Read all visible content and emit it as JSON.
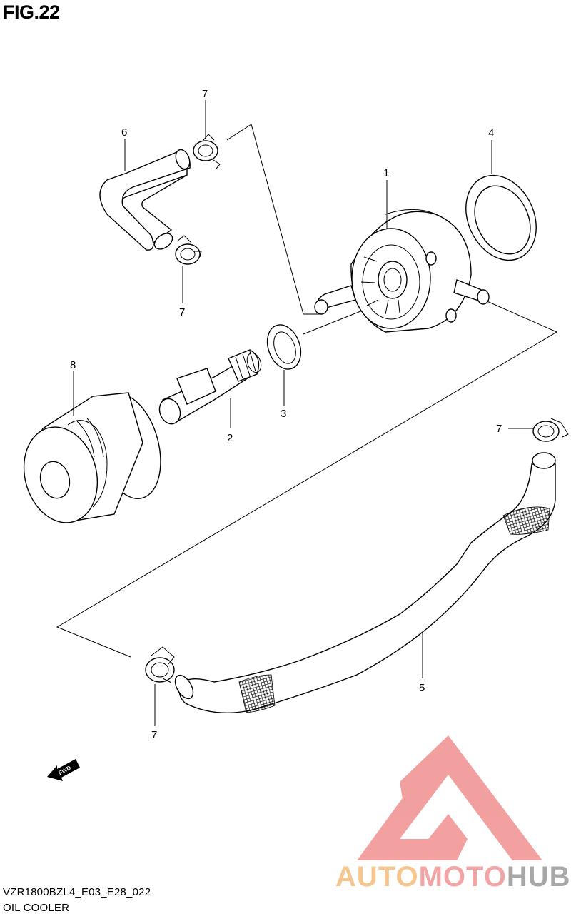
{
  "figure": {
    "title": "FIG.22",
    "model_code": "VZR1800BZL4_E03_E28_022",
    "section_name": "OIL COOLER"
  },
  "callouts": {
    "p1": "1",
    "p2": "2",
    "p3": "3",
    "p4": "4",
    "p5": "5",
    "p6": "6",
    "p7a": "7",
    "p7b": "7",
    "p7c": "7",
    "p7d": "7",
    "p8": "8"
  },
  "fwd_label": "FWD",
  "watermark": {
    "part1": "AUTO",
    "part2": "MOTO",
    "part3": "HUB",
    "colors": {
      "auto": "#f5c78e",
      "moto": "#f3a5a5",
      "hub": "#a8a8a8",
      "logo": "#f08f8f"
    }
  }
}
